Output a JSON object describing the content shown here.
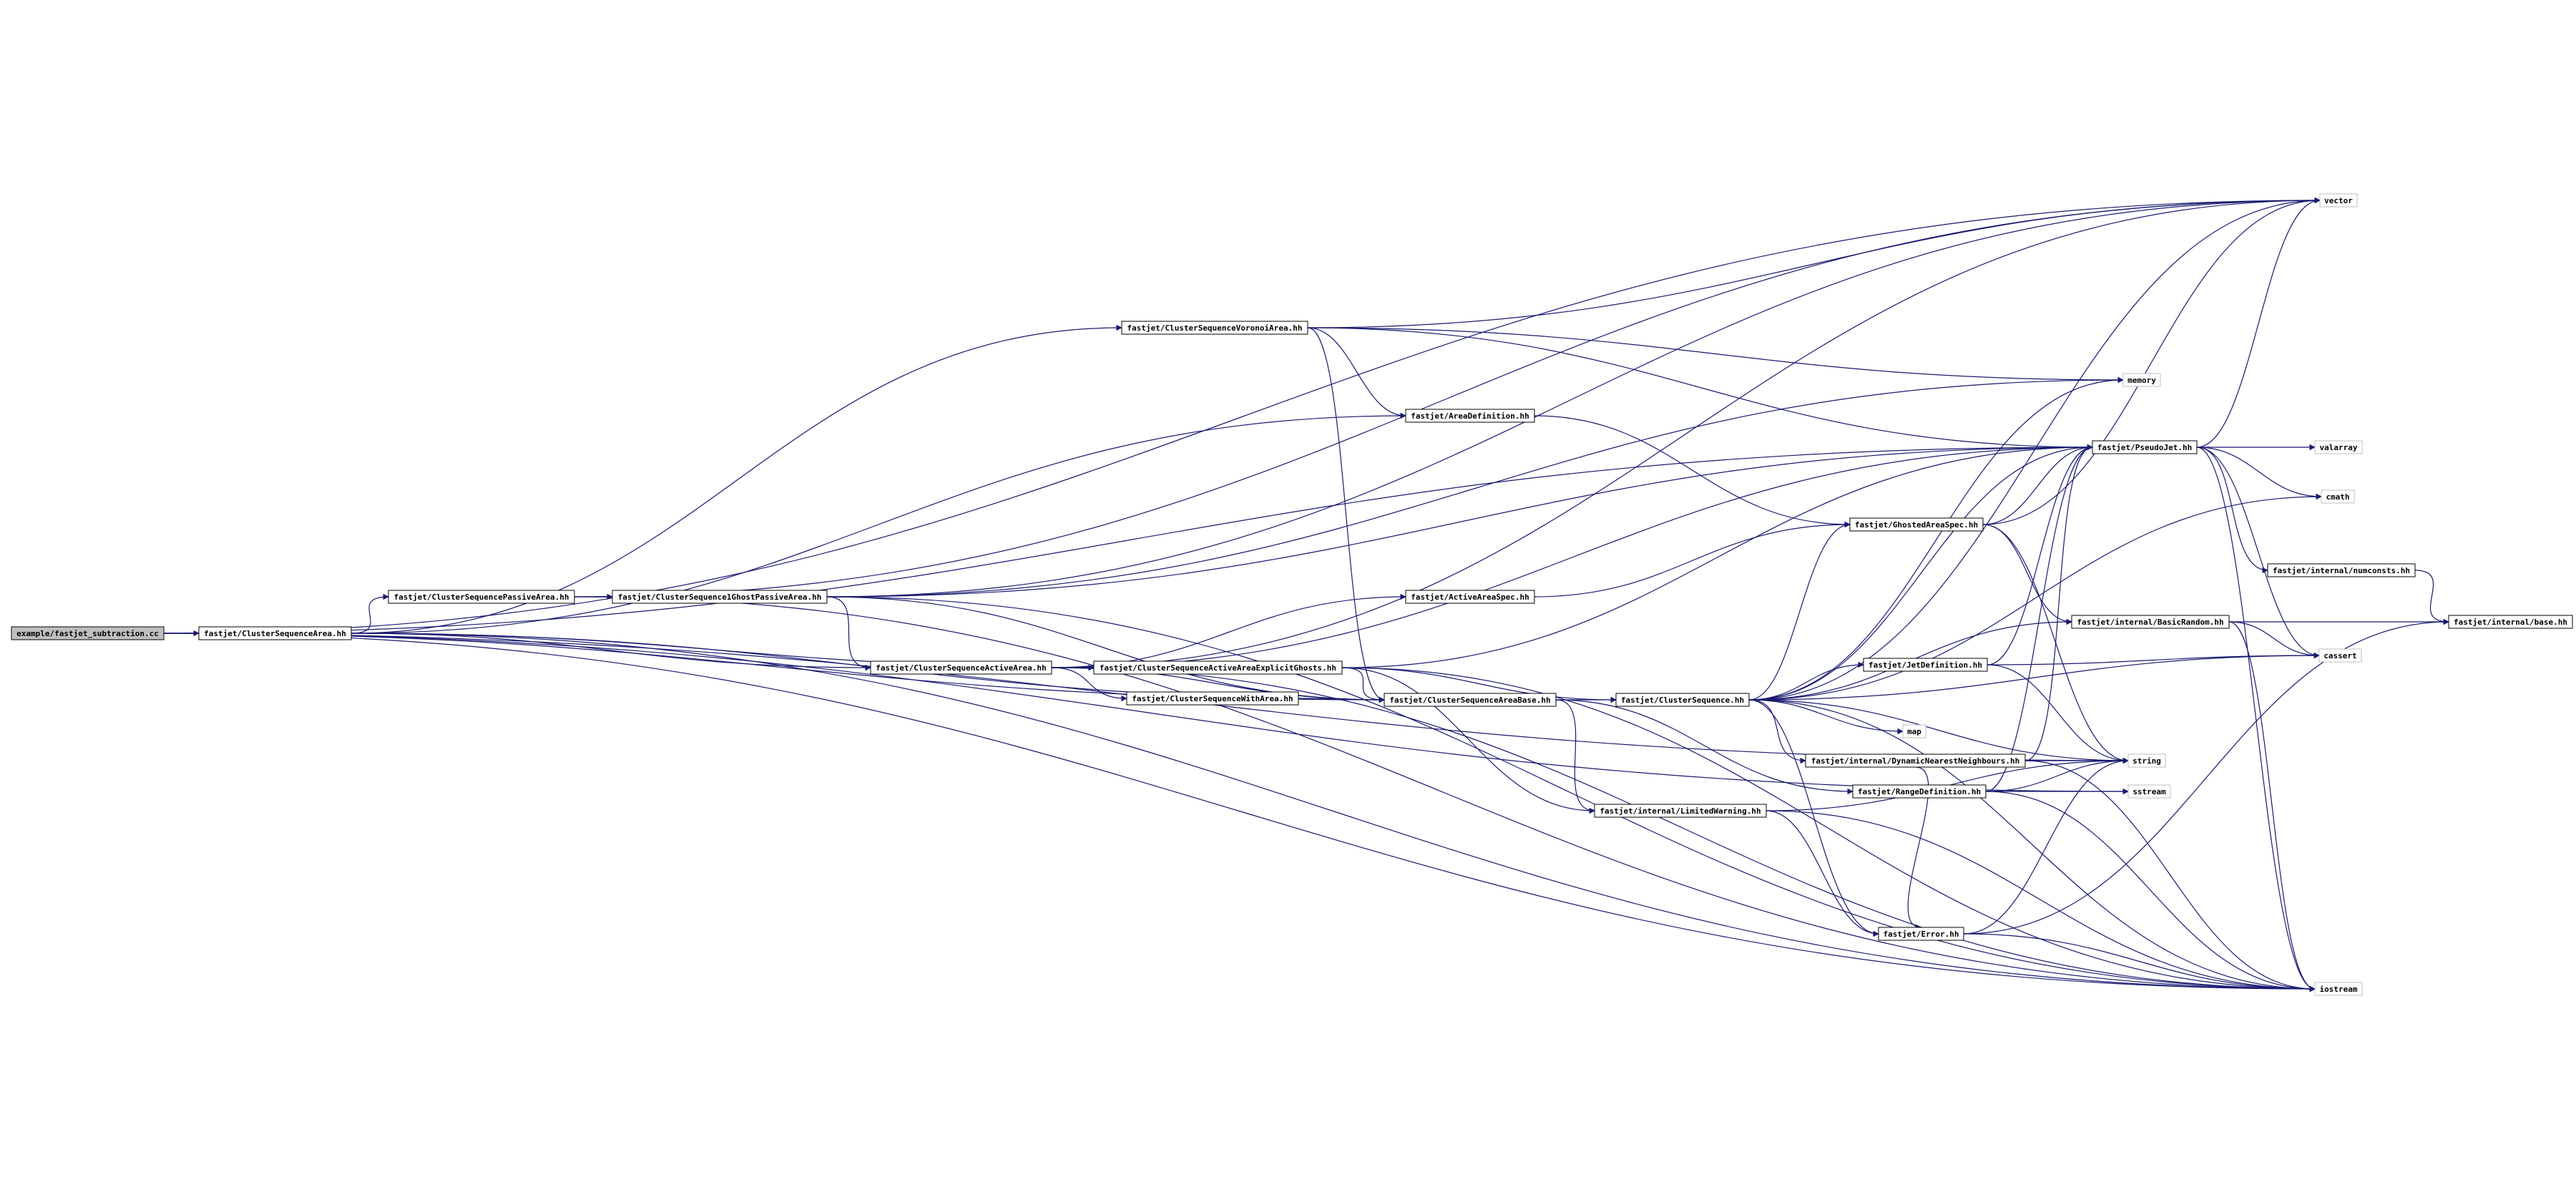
{
  "graph": {
    "edge_color": "#191970",
    "nodes": [
      {
        "id": "root",
        "label": "example/fastjet_subtraction.cc",
        "kind": "root"
      },
      {
        "id": "csa",
        "label": "fastjet/ClusterSequenceArea.hh",
        "kind": "file"
      },
      {
        "id": "cspa",
        "label": "fastjet/ClusterSequencePassiveArea.hh",
        "kind": "file"
      },
      {
        "id": "cs1g",
        "label": "fastjet/ClusterSequence1GhostPassiveArea.hh",
        "kind": "file"
      },
      {
        "id": "csva",
        "label": "fastjet/ClusterSequenceVoronoiArea.hh",
        "kind": "file"
      },
      {
        "id": "areadef",
        "label": "fastjet/AreaDefinition.hh",
        "kind": "file"
      },
      {
        "id": "activespec",
        "label": "fastjet/ActiveAreaSpec.hh",
        "kind": "file"
      },
      {
        "id": "csaa",
        "label": "fastjet/ClusterSequenceActiveArea.hh",
        "kind": "file"
      },
      {
        "id": "csaaeg",
        "label": "fastjet/ClusterSequenceActiveAreaExplicitGhosts.hh",
        "kind": "file"
      },
      {
        "id": "cswa",
        "label": "fastjet/ClusterSequenceWithArea.hh",
        "kind": "file"
      },
      {
        "id": "csab",
        "label": "fastjet/ClusterSequenceAreaBase.hh",
        "kind": "file"
      },
      {
        "id": "cs",
        "label": "fastjet/ClusterSequence.hh",
        "kind": "file"
      },
      {
        "id": "limwarn",
        "label": "fastjet/internal/LimitedWarning.hh",
        "kind": "file"
      },
      {
        "id": "ghosted",
        "label": "fastjet/GhostedAreaSpec.hh",
        "kind": "file"
      },
      {
        "id": "jetdef",
        "label": "fastjet/JetDefinition.hh",
        "kind": "file"
      },
      {
        "id": "dnn",
        "label": "fastjet/internal/DynamicNearestNeighbours.hh",
        "kind": "file"
      },
      {
        "id": "rangedef",
        "label": "fastjet/RangeDefinition.hh",
        "kind": "file"
      },
      {
        "id": "error",
        "label": "fastjet/Error.hh",
        "kind": "file"
      },
      {
        "id": "pseudojet",
        "label": "fastjet/PseudoJet.hh",
        "kind": "file"
      },
      {
        "id": "basicrandom",
        "label": "fastjet/internal/BasicRandom.hh",
        "kind": "file"
      },
      {
        "id": "numconsts",
        "label": "fastjet/internal/numconsts.hh",
        "kind": "file"
      },
      {
        "id": "base",
        "label": "fastjet/internal/base.hh",
        "kind": "file"
      },
      {
        "id": "map",
        "label": "map",
        "kind": "system"
      },
      {
        "id": "string",
        "label": "string",
        "kind": "system"
      },
      {
        "id": "sstream",
        "label": "sstream",
        "kind": "system"
      },
      {
        "id": "memory",
        "label": "memory",
        "kind": "system"
      },
      {
        "id": "vector",
        "label": "vector",
        "kind": "system"
      },
      {
        "id": "valarray",
        "label": "valarray",
        "kind": "system"
      },
      {
        "id": "cmath",
        "label": "cmath",
        "kind": "system"
      },
      {
        "id": "cassert",
        "label": "cassert",
        "kind": "system"
      },
      {
        "id": "iostream",
        "label": "iostream",
        "kind": "system"
      }
    ],
    "edges": [
      [
        "root",
        "csa"
      ],
      [
        "root",
        "vector"
      ],
      [
        "root",
        "pseudojet"
      ],
      [
        "root",
        "iostream"
      ],
      [
        "root",
        "csab"
      ],
      [
        "root",
        "string"
      ],
      [
        "root",
        "sstream"
      ],
      [
        "csa",
        "cspa"
      ],
      [
        "csa",
        "csva"
      ],
      [
        "csa",
        "areadef"
      ],
      [
        "csa",
        "csaa"
      ],
      [
        "csa",
        "csaaeg"
      ],
      [
        "csa",
        "csab"
      ],
      [
        "csa",
        "iostream"
      ],
      [
        "cspa",
        "cs1g"
      ],
      [
        "cspa",
        "vector"
      ],
      [
        "cspa",
        "iostream"
      ],
      [
        "cs1g",
        "csaa"
      ],
      [
        "cs1g",
        "csab"
      ],
      [
        "cs1g",
        "pseudojet"
      ],
      [
        "cs1g",
        "vector"
      ],
      [
        "cs1g",
        "memory"
      ],
      [
        "cs1g",
        "iostream"
      ],
      [
        "csva",
        "areadef"
      ],
      [
        "csva",
        "csab"
      ],
      [
        "csva",
        "pseudojet"
      ],
      [
        "csva",
        "memory"
      ],
      [
        "csva",
        "vector"
      ],
      [
        "areadef",
        "ghosted"
      ],
      [
        "activespec",
        "ghosted"
      ],
      [
        "csaa",
        "activespec"
      ],
      [
        "csaa",
        "csaaeg"
      ],
      [
        "csaa",
        "cswa"
      ],
      [
        "csaa",
        "csab"
      ],
      [
        "csaa",
        "pseudojet"
      ],
      [
        "csaa",
        "vector"
      ],
      [
        "csaa",
        "iostream"
      ],
      [
        "csaaeg",
        "csab"
      ],
      [
        "csaaeg",
        "cs"
      ],
      [
        "csaaeg",
        "limwarn"
      ],
      [
        "csaaeg",
        "pseudojet"
      ],
      [
        "csaaeg",
        "iostream"
      ],
      [
        "cswa",
        "csab"
      ],
      [
        "csab",
        "cs"
      ],
      [
        "csab",
        "limwarn"
      ],
      [
        "csab",
        "rangedef"
      ],
      [
        "cs",
        "jetdef"
      ],
      [
        "cs",
        "dnn"
      ],
      [
        "cs",
        "pseudojet"
      ],
      [
        "cs",
        "ghosted"
      ],
      [
        "cs",
        "map"
      ],
      [
        "cs",
        "vector"
      ],
      [
        "cs",
        "memory"
      ],
      [
        "cs",
        "cmath"
      ],
      [
        "cs",
        "cassert"
      ],
      [
        "cs",
        "string"
      ],
      [
        "cs",
        "error"
      ],
      [
        "cs",
        "basicrandom"
      ],
      [
        "cs",
        "iostream"
      ],
      [
        "limwarn",
        "error"
      ],
      [
        "limwarn",
        "string"
      ],
      [
        "limwarn",
        "iostream"
      ],
      [
        "ghosted",
        "pseudojet"
      ],
      [
        "ghosted",
        "basicrandom"
      ],
      [
        "ghosted",
        "string"
      ],
      [
        "ghosted",
        "vector"
      ],
      [
        "jetdef",
        "pseudojet"
      ],
      [
        "jetdef",
        "string"
      ],
      [
        "jetdef",
        "cassert"
      ],
      [
        "dnn",
        "pseudojet"
      ],
      [
        "dnn",
        "string"
      ],
      [
        "dnn",
        "error"
      ],
      [
        "dnn",
        "iostream"
      ],
      [
        "rangedef",
        "pseudojet"
      ],
      [
        "rangedef",
        "string"
      ],
      [
        "rangedef",
        "sstream"
      ],
      [
        "rangedef",
        "iostream"
      ],
      [
        "error",
        "string"
      ],
      [
        "error",
        "base"
      ],
      [
        "error",
        "iostream"
      ],
      [
        "pseudojet",
        "valarray"
      ],
      [
        "pseudojet",
        "vector"
      ],
      [
        "pseudojet",
        "cmath"
      ],
      [
        "pseudojet",
        "cassert"
      ],
      [
        "pseudojet",
        "numconsts"
      ],
      [
        "pseudojet",
        "iostream"
      ],
      [
        "basicrandom",
        "base"
      ],
      [
        "basicrandom",
        "cassert"
      ],
      [
        "basicrandom",
        "iostream"
      ],
      [
        "numconsts",
        "base"
      ]
    ]
  }
}
